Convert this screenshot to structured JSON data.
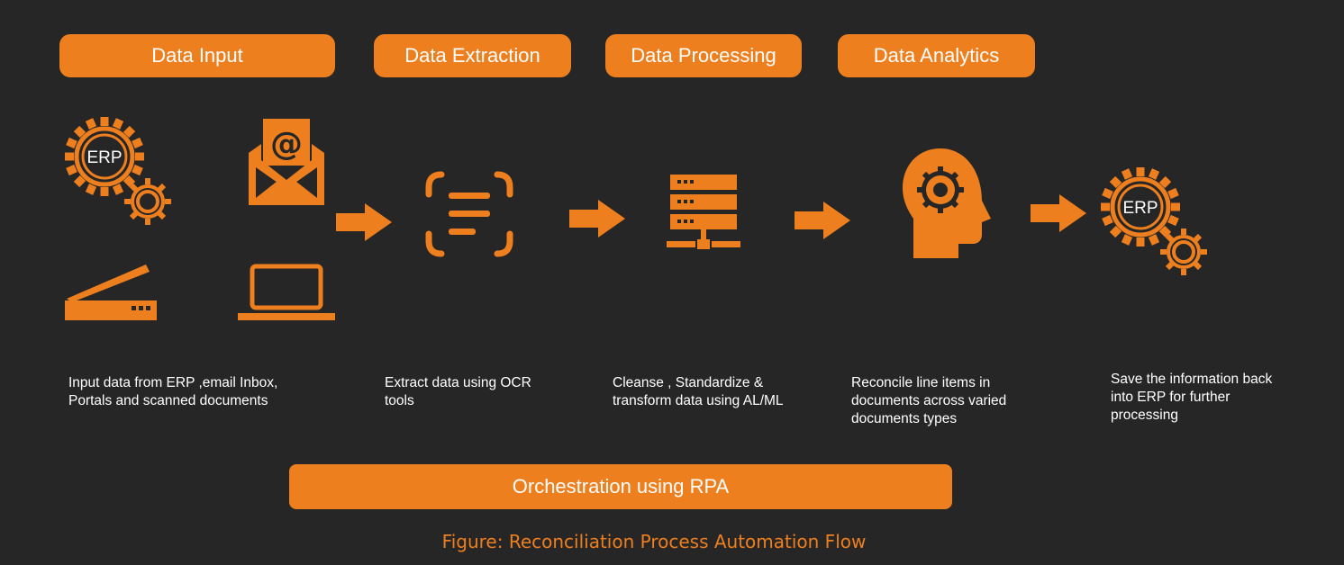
{
  "stages": [
    {
      "label": "Data Input",
      "description": "Input data from ERP ,email Inbox,\nPortals and scanned documents"
    },
    {
      "label": "Data Extraction",
      "description": "Extract data using OCR\ntools"
    },
    {
      "label": "Data Processing",
      "description": "Cleanse , Standardize &\ntransform data using AL/ML"
    },
    {
      "label": "Data Analytics",
      "description": "Reconcile line items in\ndocuments across varied\ndocuments types"
    }
  ],
  "final_step": {
    "description": "Save the information back\ninto ERP for further\nprocessing"
  },
  "erp_label": "ERP",
  "email_symbol": "@",
  "orchestration_label": "Orchestration using RPA",
  "caption": "Figure: Reconciliation Process Automation Flow",
  "colors": {
    "accent": "#EE7F1F",
    "background": "#262626",
    "text": "#FFFFFF"
  },
  "icons": [
    "erp-gear-icon",
    "email-icon",
    "scanner-icon",
    "laptop-icon",
    "ocr-scan-icon",
    "database-server-icon",
    "ai-head-gear-icon",
    "arrow-right-icon"
  ]
}
